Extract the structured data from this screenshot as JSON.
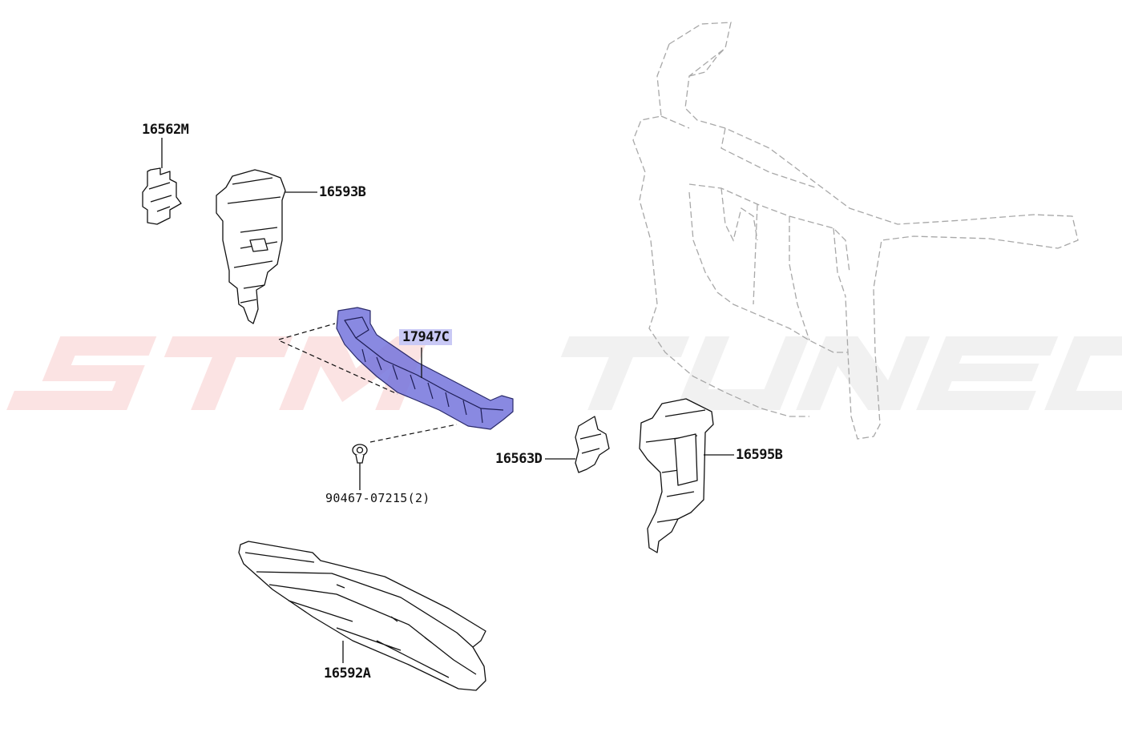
{
  "watermark": {
    "part1": "STM",
    "part2": "TUNED",
    "color_red": "#e8302e",
    "color_gray": "#9a9a9a"
  },
  "colors": {
    "line": "#111111",
    "ghost": "#a8a8a8",
    "highlight_fill": "#7474dc",
    "highlight_label_bg": "#c9c9f5"
  },
  "callouts": {
    "p16562M": "16562M",
    "p16593B": "16593B",
    "p17947C": "17947C",
    "p90467": "90467-07215(2)",
    "p16563D": "16563D",
    "p16595B": "16595B",
    "p16592A": "16592A"
  },
  "highlighted_part": "17947C"
}
